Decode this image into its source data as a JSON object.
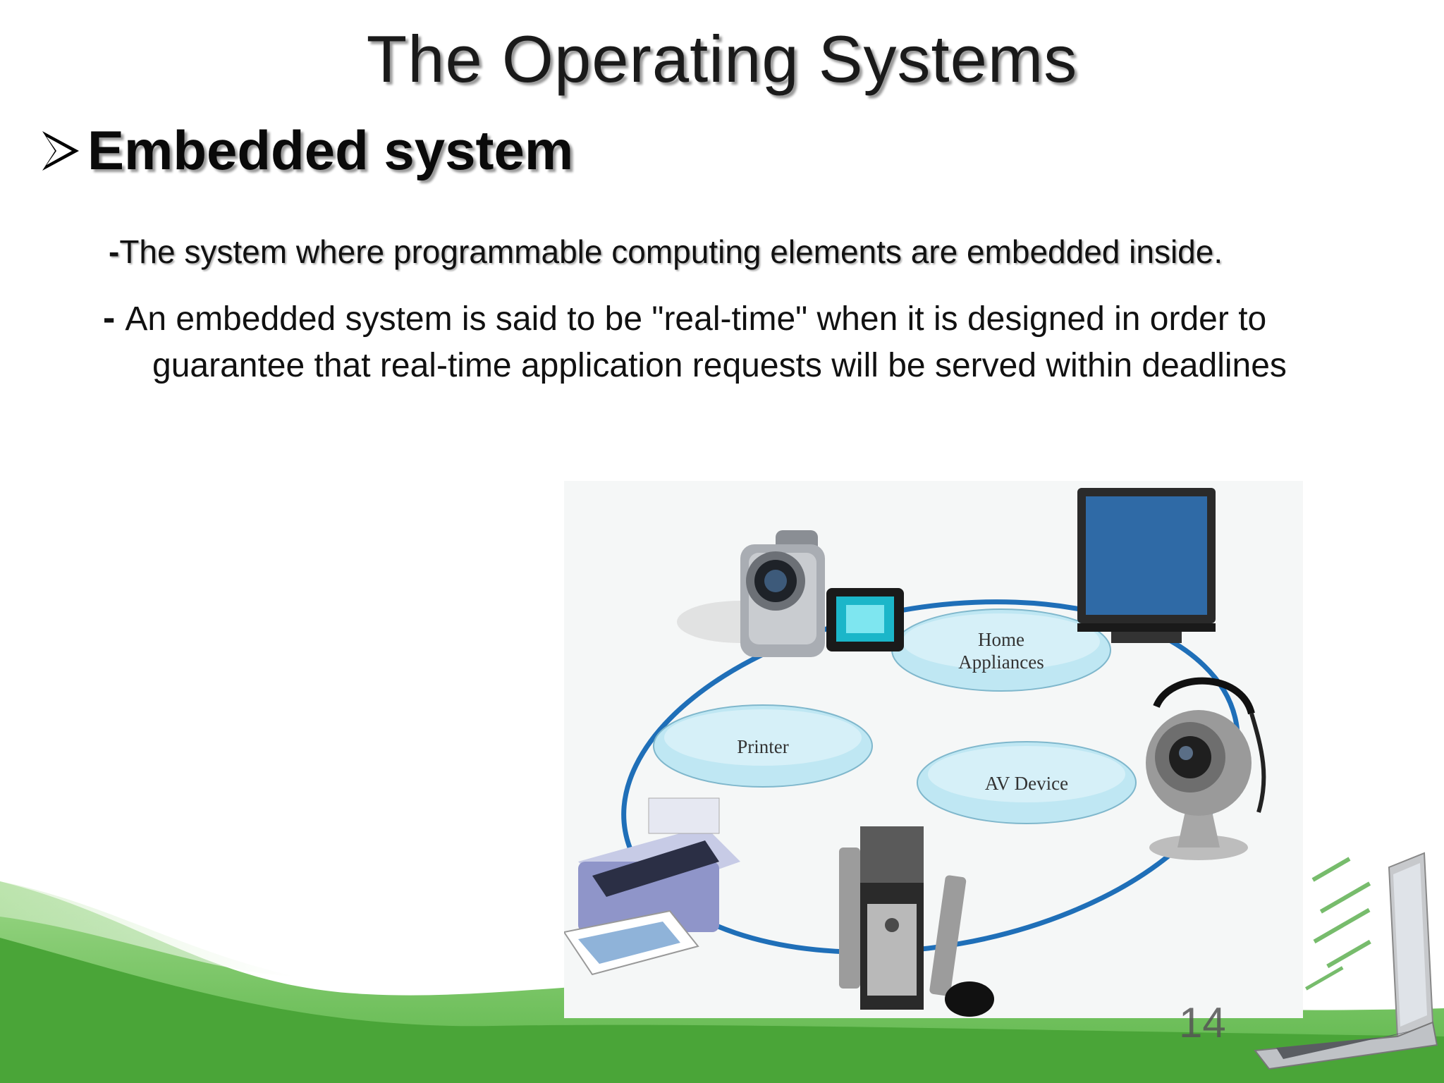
{
  "slide": {
    "title": "The Operating Systems",
    "heading": "Embedded system",
    "bullets": [
      {
        "dash": "-",
        "text": "The system where programmable computing elements are embedded inside."
      },
      {
        "dash": "-",
        "line1": "An embedded system is said to be \"real-time\" when it is designed in order to",
        "line2": "guarantee that real-time application requests will be served within deadlines"
      }
    ],
    "page_number": "14"
  },
  "figure": {
    "labels": {
      "home": [
        "Home",
        "Appliances"
      ],
      "printer": "Printer",
      "av": "AV Device"
    },
    "devices": [
      "camcorder-icon",
      "monitor-icon",
      "webcam-icon",
      "printer-icon",
      "speaker-system-icon"
    ]
  },
  "colors": {
    "ring": "#1f6fb8",
    "ellipse_fill": "#bfe7f3",
    "wave_dark": "#4ca83c",
    "wave_light": "#8fd27a"
  }
}
